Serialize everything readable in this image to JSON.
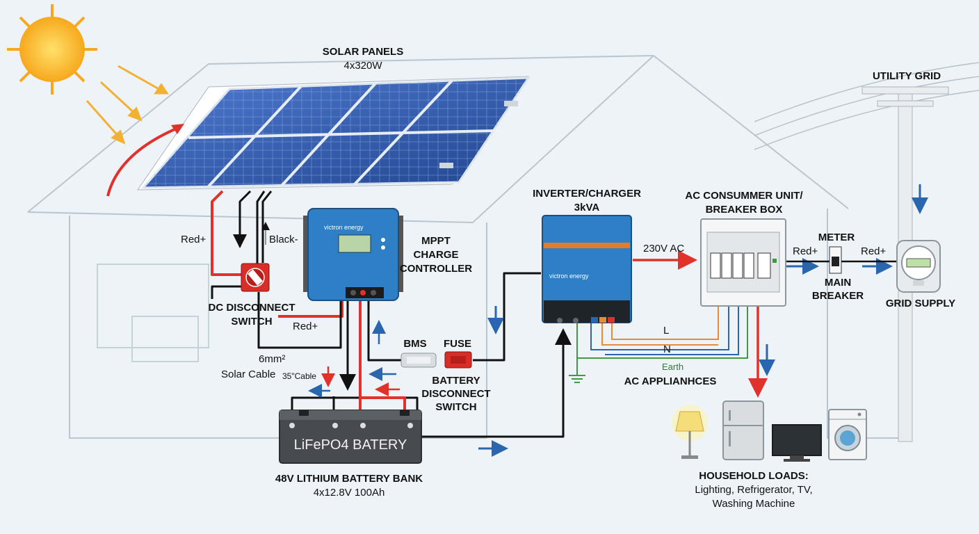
{
  "solar_panels": {
    "title": "SOLAR PANELS",
    "spec": "4x320W"
  },
  "wiring_labels": {
    "red_left": "Red+",
    "black": "Black-",
    "red_mid": "Red+",
    "cable_size": "6mm²",
    "cable_type": "Solar Cable",
    "cable_35": "35\"Cable",
    "red_meter_left": "Red+",
    "red_meter_right": "Red+",
    "ac_voltage": "230V AC",
    "L": "L",
    "N": "N",
    "earth": "Earth"
  },
  "dc_disconnect": {
    "line1": "DC DISCONNECT",
    "line2": "SWITCH"
  },
  "mppt": {
    "line1": "MPPT",
    "line2": "CHARGE",
    "line3": "CONTROLLER",
    "brand": "victron energy"
  },
  "bms": "BMS",
  "fuse": "FUSE",
  "battery_disconnect": {
    "line1": "BATTERY",
    "line2": "DISCONNECT",
    "line3": "SWITCH"
  },
  "battery": {
    "face": "LiFePO4  BATERY",
    "title": "48V LITHIUM BATTERY BANK",
    "spec": "4x12.8V 100Ah"
  },
  "inverter": {
    "line1": "INVERTER/CHARGER",
    "line2": "3kVA",
    "brand": "victron energy"
  },
  "consumer_unit": {
    "line1": "AC CONSUMMER UNIT/",
    "line2": "BREAKER BOX"
  },
  "meter": "METER",
  "main_breaker": {
    "line1": "MAIN",
    "line2": "BREAKER"
  },
  "utility_grid": "UTILITY GRID",
  "grid_supply": "GRID SUPPLY",
  "ac_appliances": "AC APPLIANHCES",
  "household": {
    "title": "HOUSEHOLD LOADS:",
    "line1": "Lighting, Refrigerator, TV,",
    "line2": "Washing Machine"
  },
  "colors": {
    "red": "#e0322b",
    "blue": "#2a66ad",
    "black": "#111111",
    "panel_blue": "#2f5ba8",
    "orange": "#e58b3a",
    "green": "#3c9a45"
  }
}
